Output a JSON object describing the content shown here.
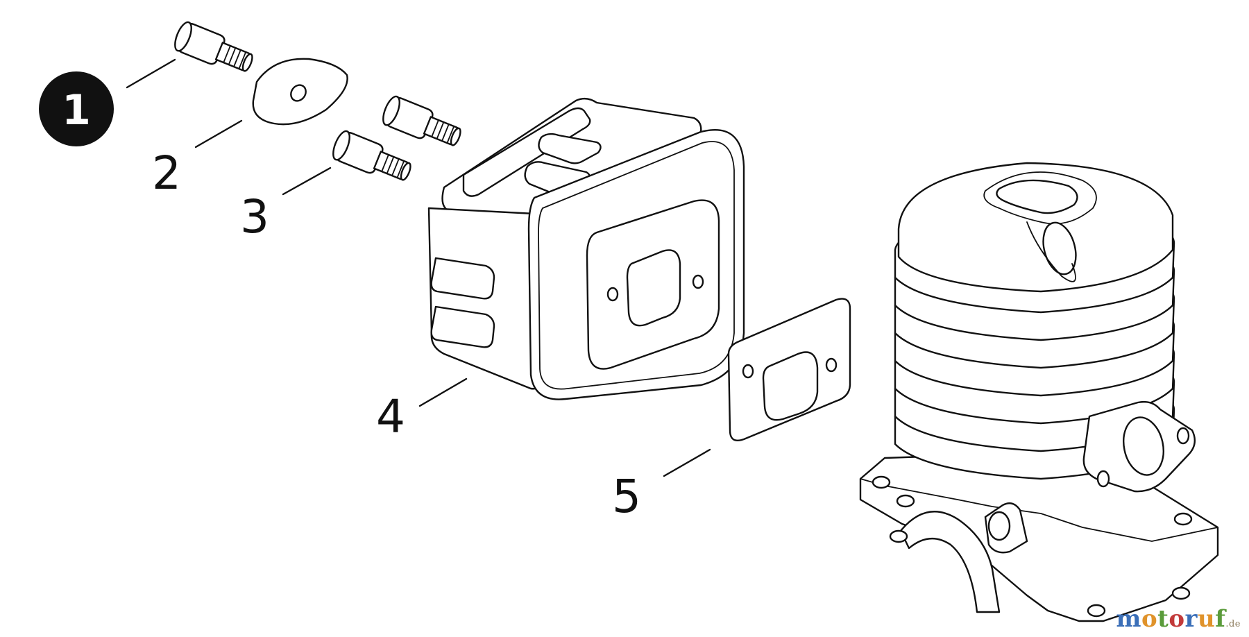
{
  "diagram": {
    "callouts": [
      {
        "number": "1"
      },
      {
        "number": "2"
      },
      {
        "number": "3"
      },
      {
        "number": "4"
      },
      {
        "number": "5"
      }
    ]
  },
  "watermark": {
    "letters": [
      "m",
      "o",
      "t",
      "o",
      "r",
      "u",
      "f"
    ],
    "letter_colors": [
      "#3b6fb8",
      "#e0932b",
      "#5a9b3a",
      "#c23a3a",
      "#3b6fb8",
      "#e0932b",
      "#5a9b3a"
    ],
    "tld": ".de"
  }
}
